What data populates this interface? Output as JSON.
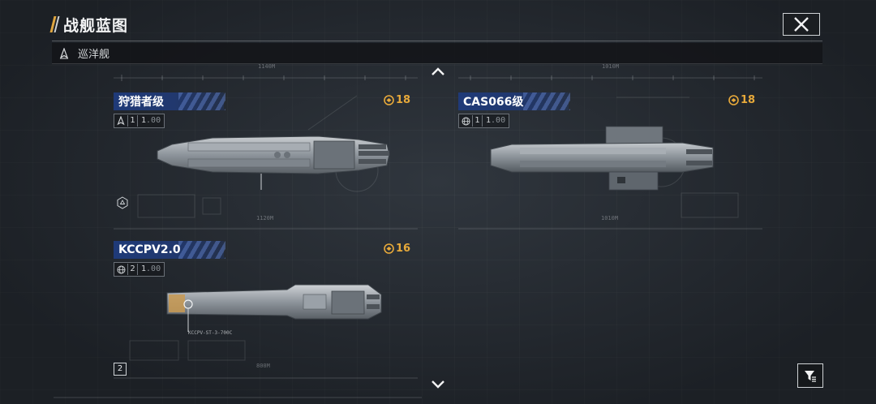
{
  "header": {
    "title": "战舰蓝图"
  },
  "category": {
    "label": "巡洋舰",
    "icon": "cruiser-icon"
  },
  "colors": {
    "accent": "#e0a640",
    "cost": "#e7a93a",
    "tag": "#1f3a78",
    "background": "#252a31"
  },
  "ships": [
    {
      "name": "狩猎者级",
      "tier": "1",
      "level": "1.00",
      "level_suffix": ".00",
      "cost": "18",
      "type_icon": "cruiser-class-icon",
      "length_label": "1120M",
      "side_label": ""
    },
    {
      "name": "CAS066级",
      "tier": "1",
      "level": "1.00",
      "level_suffix": ".00",
      "cost": "18",
      "type_icon": "globe-icon",
      "length_label": "1010M",
      "side_label": ""
    },
    {
      "name": "KCCPV2.0",
      "tier": "2",
      "level": "1.00",
      "level_suffix": ".00",
      "cost": "16",
      "type_icon": "globe-icon",
      "length_label": "800M",
      "side_label": "KCCPV-ST-3-700C"
    }
  ],
  "bottom_badge": "2",
  "top_ruler_labels": [
    "1140M",
    "1010M"
  ]
}
